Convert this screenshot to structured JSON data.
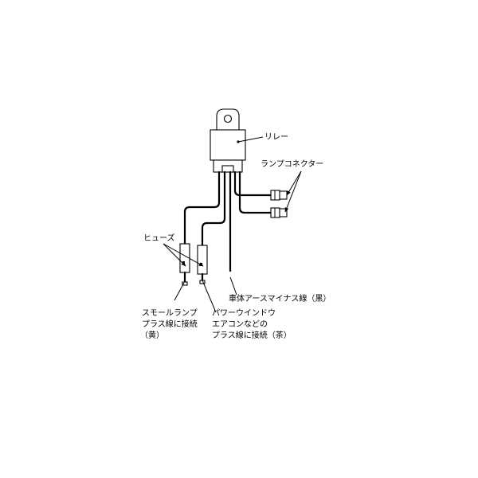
{
  "labels": {
    "relay": "リレー",
    "lamp_connector": "ランプコネクター",
    "fuse": "ヒューズ",
    "ground_wire": "車体アースマイナス線（黒）",
    "small_lamp": {
      "line1": "スモールランプ",
      "line2": "プラス線に接続",
      "line3": "（黄）"
    },
    "power_window": {
      "line1": "パワーウインドウ",
      "line2": "エアコンなどの",
      "line3": "プラス線に接続（茶）"
    }
  },
  "colors": {
    "line": "#000000",
    "background": "#ffffff"
  }
}
